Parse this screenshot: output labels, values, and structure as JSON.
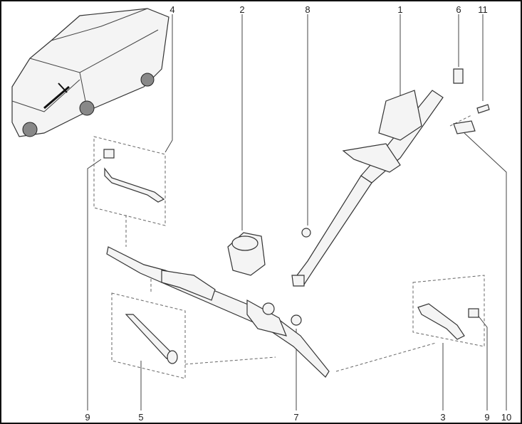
{
  "callouts_top": [
    "4",
    "2",
    "8",
    "1",
    "6",
    "11"
  ],
  "callouts_bottom": [
    "9",
    "5",
    "7",
    "3",
    "9",
    "10"
  ]
}
